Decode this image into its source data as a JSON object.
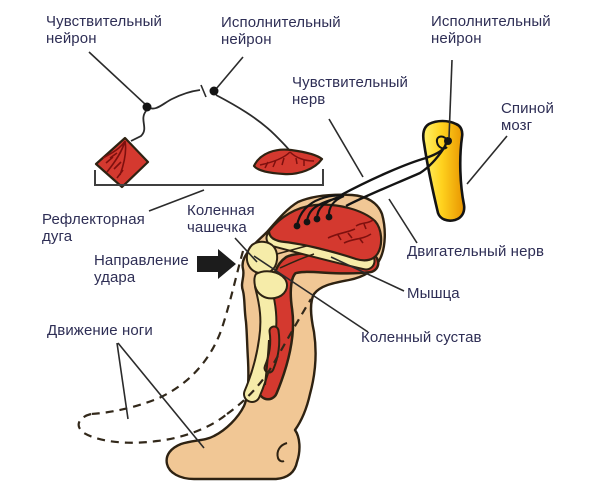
{
  "labels": {
    "sensory_neuron": "Чувствительный\nнейрон",
    "executive_neuron_top": "Исполнительный\nнейрон",
    "executive_neuron_right": "Исполнительный\nнейрон",
    "sensory_nerve": "Чувствительный\nнерв",
    "spinal_cord": "Спиной\nмозг",
    "reflex_arc": "Рефлекторная\nдуга",
    "kneecap": "Коленная\nчашечка",
    "strike_direction": "Направление\nудара",
    "leg_movement": "Движение ноги",
    "motor_nerve": "Двигательный нерв",
    "muscle": "Мышца",
    "knee_joint": "Коленный сустав"
  },
  "colors": {
    "muscle_red": "#D4392F",
    "muscle_vein_dark_red": "#7E100E",
    "skin": "#F1C795",
    "bone": "#F6ECA9",
    "spinal_cord_light": "#FFF26B",
    "spinal_cord_gold": "#E89400",
    "outline_dark": "#2E2212",
    "label_text": "#2E2E55",
    "nerve_black": "#141414"
  }
}
